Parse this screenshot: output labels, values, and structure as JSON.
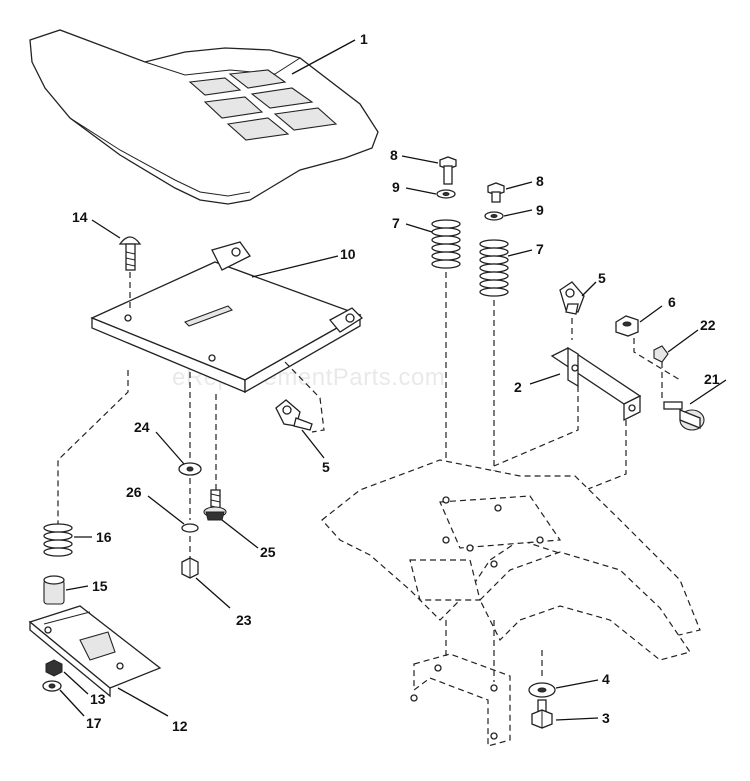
{
  "watermark": "eReplacementParts.com",
  "callouts": {
    "c1": "1",
    "c2": "2",
    "c3": "3",
    "c4": "4",
    "c5a": "5",
    "c5b": "5",
    "c6": "6",
    "c7a": "7",
    "c7b": "7",
    "c8a": "8",
    "c8b": "8",
    "c9a": "9",
    "c9b": "9",
    "c10": "10",
    "c12": "12",
    "c13": "13",
    "c14": "14",
    "c15": "15",
    "c16": "16",
    "c17": "17",
    "c21": "21",
    "c22": "22",
    "c23": "23",
    "c24": "24",
    "c25": "25",
    "c26": "26"
  }
}
